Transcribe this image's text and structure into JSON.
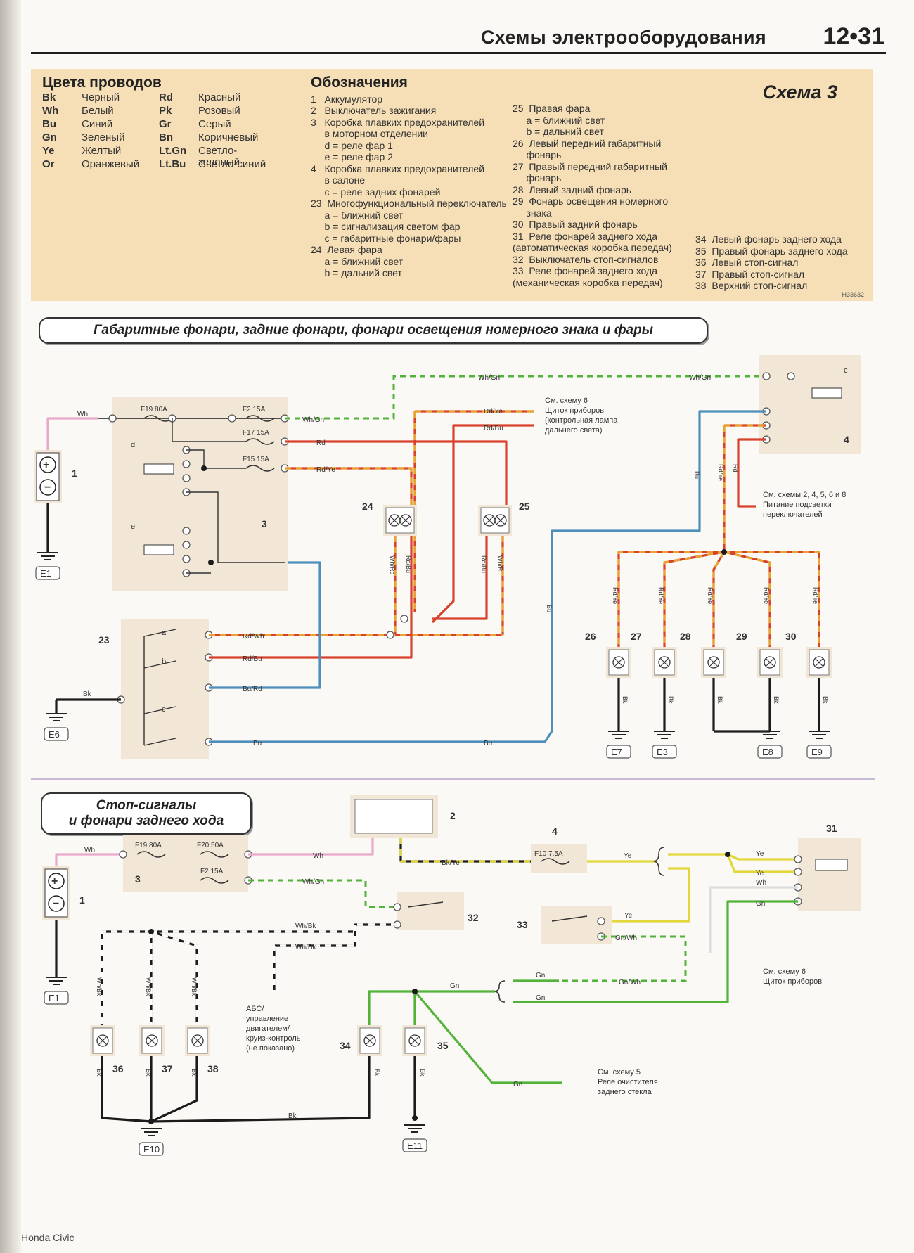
{
  "header": {
    "title": "Схемы электрооборудования",
    "page": "12•31"
  },
  "legend": {
    "wire_colors_title": "Цвета проводов",
    "wire_colors": [
      {
        "code": "Bk",
        "name": "Черный"
      },
      {
        "code": "Rd",
        "name": "Красный"
      },
      {
        "code": "Wh",
        "name": "Белый"
      },
      {
        "code": "Pk",
        "name": "Розовый"
      },
      {
        "code": "Bu",
        "name": "Синий"
      },
      {
        "code": "Gr",
        "name": "Серый"
      },
      {
        "code": "Gn",
        "name": "Зеленый"
      },
      {
        "code": "Bn",
        "name": "Коричневый"
      },
      {
        "code": "Ye",
        "name": "Желтый"
      },
      {
        "code": "Lt.Gn",
        "name": "Светло-зеленый"
      },
      {
        "code": "Or",
        "name": "Оранжевый"
      },
      {
        "code": "Lt.Bu",
        "name": "Светло-синий"
      }
    ],
    "designations_title": "Обозначения",
    "items_col1": [
      "1   Аккумулятор",
      "2   Выключатель зажигания",
      "3   Коробка плавких предохранителей",
      "     в моторном отделении",
      "     d = реле фар 1",
      "     e = реле фар 2",
      "4   Коробка плавких предохранителей",
      "     в салоне",
      "     c = реле задних фонарей",
      "23  Многофункциональный переключатель",
      "     a = ближний свет",
      "     b = сигнализация светом фар",
      "     c = габаритные фонари/фары",
      "24  Левая фара",
      "     a = ближний свет",
      "     b = дальний свет"
    ],
    "items_col2": [
      "25  Правая фара",
      "     a = ближний свет",
      "     b = дальний свет",
      "26  Левый передний габаритный",
      "     фонарь",
      "27  Правый передний габаритный",
      "     фонарь",
      "28  Левый задний фонарь",
      "29  Фонарь освещения номерного",
      "     знака",
      "30  Правый задний фонарь",
      "31  Реле фонарей заднего хода",
      "(автоматическая коробка передач)",
      "32  Выключатель стоп-сигналов",
      "33  Реле фонарей заднего хода",
      "(механическая коробка передач)"
    ],
    "items_col3": [
      "34  Левый фонарь заднего хода",
      "35  Правый фонарь заднего хода",
      "36  Левый стоп-сигнал",
      "37  Правый стоп-сигнал",
      "38  Верхний стоп-сигнал"
    ],
    "scheme_label": "Схема 3",
    "code": "H33632"
  },
  "section1": {
    "title": "Габаритные фонари, задние фонари, фонари освещения номерного знака и фары"
  },
  "section2": {
    "title_line1": "Стоп-сигналы",
    "title_line2": "и фонари заднего хода"
  },
  "footer": {
    "text": "Honda Civic"
  },
  "diagram": {
    "colors": {
      "red": "#d8412c",
      "orange": "#e8a430",
      "green": "#52b339",
      "blue": "#4d8fba",
      "black": "#1b1b1b",
      "yellow": "#e3d83a",
      "pink": "#e9a9c9",
      "box": "#f2e7d6",
      "boxline": "#9a9a9a"
    },
    "top_labels": {
      "fuse_f19": "F19 80A",
      "fuse_f2": "F2 15A",
      "fuse_f17": "F17 15A",
      "fuse_f15": "F15 15A",
      "wh": "Wh",
      "wh_gn": "Wh/Gn",
      "rd": "Rd",
      "rd_ye": "Rd/Ye",
      "rd_bu": "Rd/Bu",
      "rd_wh": "Rd/Wh",
      "bu_rd": "Bu/Rd",
      "bu": "Bu",
      "bk": "Bk",
      "wh_rd": "Wh/Rd",
      "see6_line1": "См. схему 6",
      "see6_line2": "Щиток приборов",
      "see6_line3": "(контрольная лампа",
      "see6_line4": "дальнего света)",
      "see2_line1": "См. схемы 2, 4, 5, 6 и 8",
      "see2_line2": "Питание подсветки",
      "see2_line3": "переключателей",
      "relay_c": "c",
      "relay_d": "d",
      "relay_e": "e",
      "sw_a": "a",
      "sw_b": "b",
      "sw_c": "c"
    },
    "bottom_labels": {
      "fuse_f19": "F19 80A",
      "fuse_f20": "F20 50A",
      "fuse_f2": "F2 15A",
      "fuse_f10": "F10 7.5A",
      "wh": "Wh",
      "wh_gn": "Wh/Gn",
      "bk_ye": "Bk/Ye",
      "ye": "Ye",
      "wh_bk": "Wh/Bk",
      "gn": "Gn",
      "gn_wh": "Gn/Wh",
      "bk": "Bk",
      "abs_line1": "АБС/",
      "abs_line2": "управление",
      "abs_line3": "двигателем/",
      "abs_line4": "круиз-контроль",
      "abs_line5": "(не показано)",
      "see6_line1": "См. схему 6",
      "see6_line2": "Щиток приборов",
      "see5_line1": "См. схему 5",
      "see5_line2": "Реле очистителя",
      "see5_line3": "заднего стекла"
    },
    "components": {
      "c1": "1",
      "c2": "2",
      "c3": "3",
      "c4": "4",
      "c23": "23",
      "c24": "24",
      "c25": "25",
      "c26": "26",
      "c27": "27",
      "c28": "28",
      "c29": "29",
      "c30": "30",
      "c31": "31",
      "c32": "32",
      "c33": "33",
      "c34": "34",
      "c35": "35",
      "c36": "36",
      "c37": "37",
      "c38": "38"
    },
    "grounds": {
      "e1": "E1",
      "e6": "E6",
      "e7": "E7",
      "e3": "E3",
      "e8": "E8",
      "e9": "E9",
      "e10": "E10",
      "e11": "E11"
    }
  }
}
